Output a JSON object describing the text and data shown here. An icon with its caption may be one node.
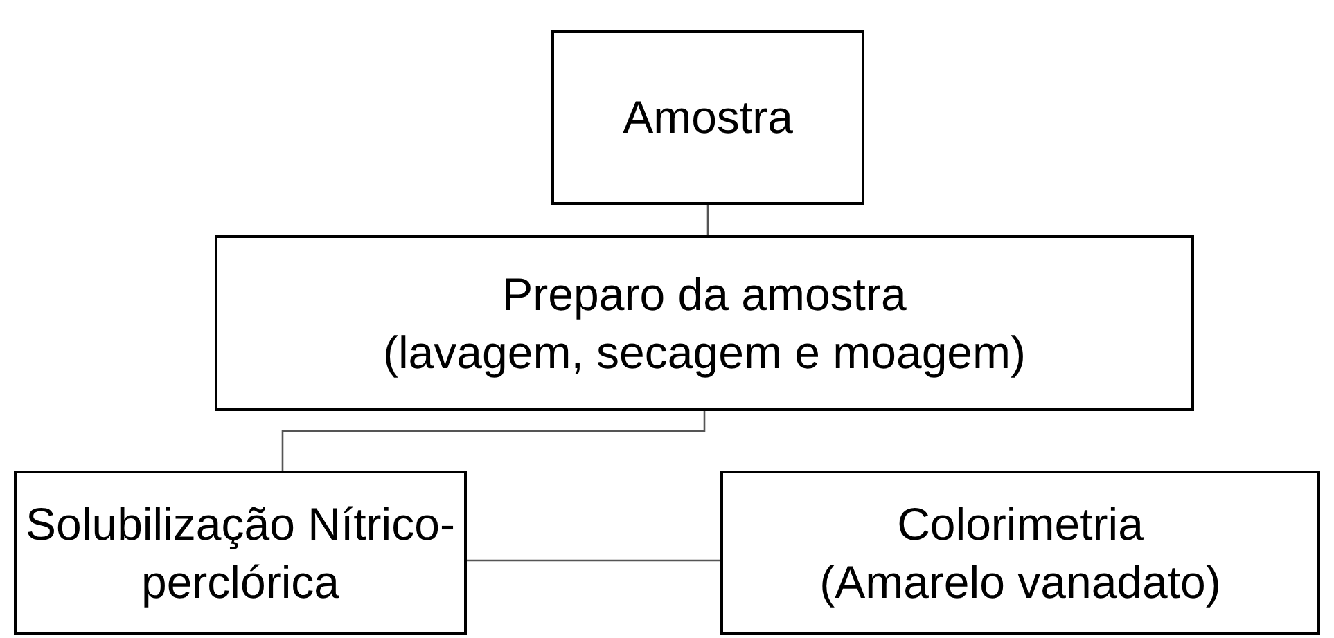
{
  "diagram": {
    "nodes": [
      {
        "text": [
          "Amostra"
        ]
      },
      {
        "text": [
          "Preparo da amostra",
          "(lavagem, secagem e moagem)"
        ]
      },
      {
        "text": [
          "Solubilização Nítrico-perclórica"
        ]
      },
      {
        "text": [
          "Colorimetria",
          "(Amarelo vanadato)"
        ]
      }
    ],
    "edges": [
      {
        "from": 0,
        "to": 1,
        "arrow": "none"
      },
      {
        "from": 1,
        "to": 2,
        "arrow": "none"
      },
      {
        "from": 2,
        "to": 3,
        "arrow": "none"
      }
    ]
  }
}
